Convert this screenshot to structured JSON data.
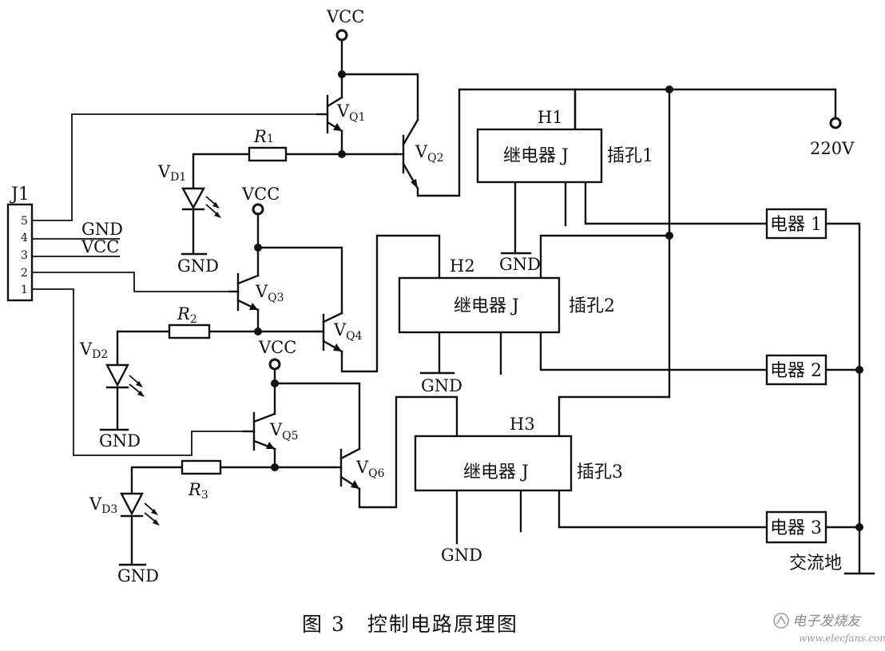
{
  "figure": {
    "caption": "图 3　控制电路原理图",
    "watermark": "电子发烧友",
    "watermark_url": "www.elecfans.com"
  },
  "power": {
    "vcc": "VCC",
    "gnd": "GND",
    "mains": "220V",
    "ac_ground": "交流地"
  },
  "connector": {
    "name": "J1",
    "pins": [
      "5",
      "4",
      "3",
      "2",
      "1"
    ],
    "pin_labels": [
      "GND",
      "VCC"
    ]
  },
  "transistors": {
    "q1": {
      "main": "V",
      "sub": "Q1"
    },
    "q2": {
      "main": "V",
      "sub": "Q2"
    },
    "q3": {
      "main": "V",
      "sub": "Q3"
    },
    "q4": {
      "main": "V",
      "sub": "Q4"
    },
    "q5": {
      "main": "V",
      "sub": "Q5"
    },
    "q6": {
      "main": "V",
      "sub": "Q6"
    }
  },
  "resistors": {
    "r1": {
      "main": "R",
      "sub": "1"
    },
    "r2": {
      "main": "R",
      "sub": "2"
    },
    "r3": {
      "main": "R",
      "sub": "3"
    }
  },
  "leds": {
    "d1": {
      "main": "V",
      "sub": "D1"
    },
    "d2": {
      "main": "V",
      "sub": "D2"
    },
    "d3": {
      "main": "V",
      "sub": "D3"
    }
  },
  "relays": [
    {
      "header": "H1",
      "label": "继电器 J",
      "socket": "插孔1"
    },
    {
      "header": "H2",
      "label": "继电器 J",
      "socket": "插孔2"
    },
    {
      "header": "H3",
      "label": "继电器 J",
      "socket": "插孔3"
    }
  ],
  "appliances": [
    "电器 1",
    "电器 2",
    "电器 3"
  ]
}
